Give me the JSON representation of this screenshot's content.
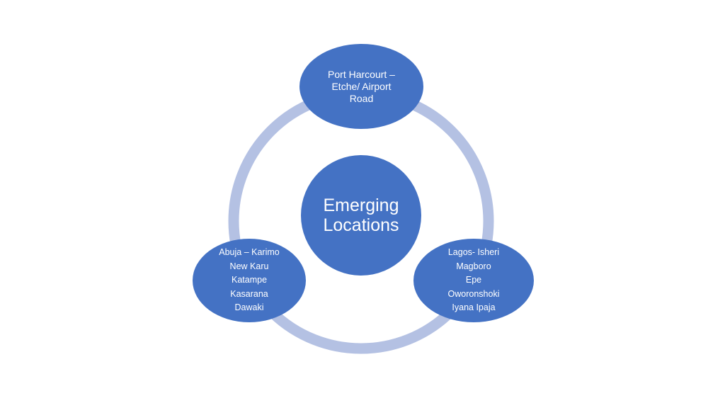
{
  "diagram": {
    "center": {
      "lines": [
        "Emerging",
        "Locations"
      ]
    },
    "top": {
      "lines": [
        "Port Harcourt –",
        "Etche/ Airport",
        "Road"
      ]
    },
    "left": {
      "lines": [
        "Abuja – Karimo",
        "New Karu",
        "Katampe",
        "Kasarana",
        "Dawaki"
      ]
    },
    "right": {
      "lines": [
        "Lagos- Isheri",
        "Magboro",
        "Epe",
        "Oworonshoki",
        "Iyana Ipaja"
      ]
    },
    "colors": {
      "node_fill": "#4472c4",
      "ring": "#b4c1e3",
      "text": "#ffffff",
      "background": "#ffffff"
    }
  }
}
